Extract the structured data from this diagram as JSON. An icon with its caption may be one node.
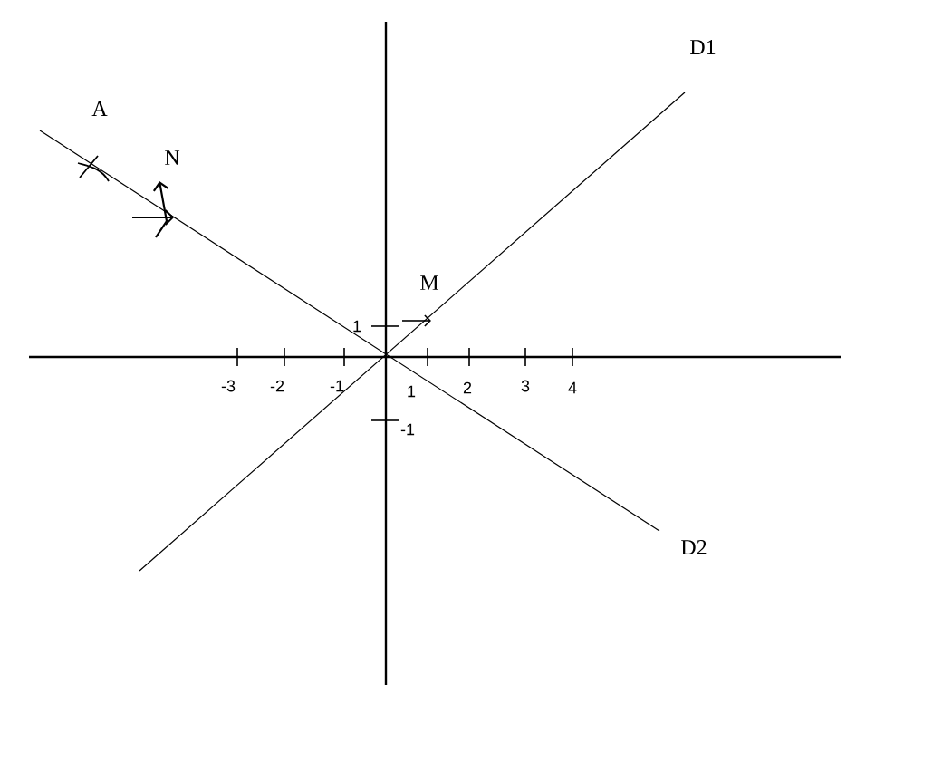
{
  "diagram": {
    "labels": [
      "D1",
      "A",
      "N",
      "M",
      "1",
      "-3",
      "-2",
      "-1",
      "1",
      "2",
      "3",
      "4",
      "-1",
      "D2"
    ]
  }
}
